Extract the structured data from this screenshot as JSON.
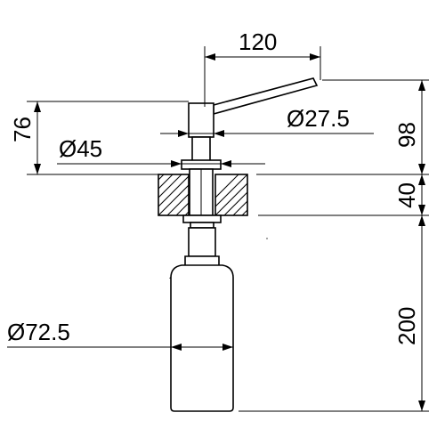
{
  "drawing": {
    "title": "",
    "dimensions": {
      "spout_length": "120",
      "head_diameter": "Ø27.5",
      "height_above_counter": "76",
      "flange_diameter": "Ø45",
      "total_height_above": "98",
      "counter_thickness": "40",
      "bottle_height": "200",
      "bottle_diameter": "Ø72.5"
    }
  }
}
